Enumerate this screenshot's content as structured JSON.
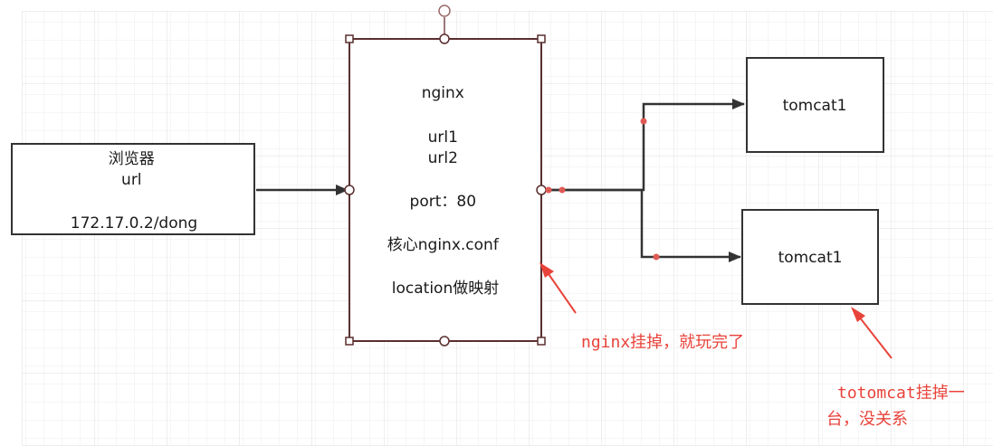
{
  "browser": {
    "lines": [
      "浏览器",
      "url",
      "",
      "172.17.0.2/dong"
    ]
  },
  "nginx": {
    "lines": [
      "nginx",
      "",
      "url1",
      "url2",
      "",
      "port：80",
      "",
      "核心nginx.conf",
      "",
      "location做映射"
    ]
  },
  "tomcat_top": {
    "label": "tomcat1"
  },
  "tomcat_bottom": {
    "label": "tomcat1"
  },
  "notes": {
    "nginx_down": "nginx挂掉，就玩完了",
    "tomcat_down_line1": "totomcat挂掉一",
    "tomcat_down_line2": "台，没关系"
  },
  "colors": {
    "box_border": "#333333",
    "nginx_border": "#5a2e2e",
    "arrow": "#333333",
    "annotation": "#e8433a",
    "grid": "#e6e6e6",
    "grid_major": "#d9d9d9"
  }
}
